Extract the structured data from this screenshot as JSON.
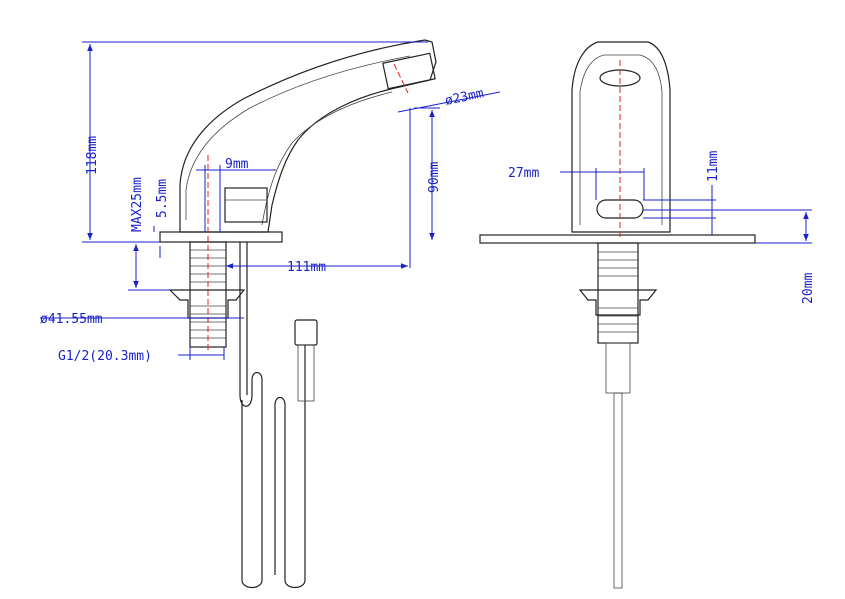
{
  "colors": {
    "dimension": "#1a22c8",
    "outline": "#222222",
    "centerline": "#e02020",
    "background": "#ffffff"
  },
  "dimensions": {
    "height_total": "118mm",
    "max_deck": "MAX25mm",
    "deck_gap": "5.5mm",
    "sensor_offset": "9mm",
    "spout_height": "90mm",
    "outlet_diameter": "ø23mm",
    "reach": "111mm",
    "shank_nut_diameter": "ø41.55mm",
    "thread": "G1/2(20.3mm)",
    "sensor_width": "27mm",
    "sensor_height": "11mm",
    "base_height": "20mm"
  }
}
